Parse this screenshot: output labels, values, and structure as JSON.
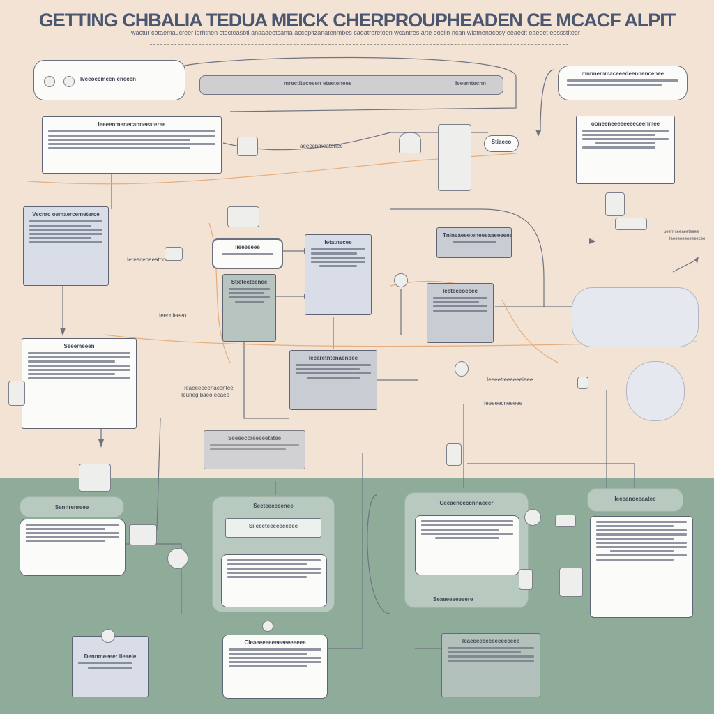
{
  "header": {
    "title": "GETTING CHBALIA TEDUA MEICK CHERPROUPHEADEN CE MCACF ALPIT",
    "subtitle": "wactur cotaemaucreer ierhtnen ctecteasbtl anaaaeetcanta accepitzanatenmbes caoatreretoen wcantres arte eoclin ncan wiatnenacosy eeaeclt eaeeet eossstiteer"
  },
  "nodes": {
    "top_pill_left": "Iveeoecmeen enecen",
    "top_bar": "mrectiteceeen eteetenees",
    "top_bar_right": "Ieeemtecnn",
    "top_right_box": "mnnnemmaceeedeennencenee",
    "left_box_a": "Ieeeenmenecanneeateree",
    "mid_icon_a": "aeeecnmeatenee",
    "mid_pill": "Stiaeeo",
    "right_box_a": "ooneeneeeeeeeeceenmee",
    "left_box_b": "Vecnrc oemaercemeterce",
    "left_label_b": "Iereecenaeatnce",
    "center_pill": "Iieeeeeee",
    "center_teal": "Stieteeteenee",
    "center_blue": "Ietatnecee",
    "right_grey_a": "Tnlneaeeeteneeeaaeeeeee",
    "label_mid_left": "Ieecnieeeo",
    "right_grey_b": "Ieeteeeoeeee",
    "left_box_c": "Seeemeeen",
    "center_grey": "Iecaretntenaenpee",
    "label_c1": "Ieaeeeeeenacentee",
    "label_c2": "Ieuneg baeo eeaeo",
    "label_right_c": "ueerr ceeaeeteeee",
    "label_right_d": "Ieeeeeeeeeeeecee",
    "label_right_e": "Ieeeetteeaeeeieee",
    "bottom_top_box": "Seeeeccreeeeetatee",
    "panel_1_head": "Sennrenreee",
    "panel_2_head": "Seeteeeeeenee",
    "panel_2_inner": "Siieeeteeeeeeeeee",
    "panel_3_head": "Ceeaeneeccnnaeeer",
    "panel_3_foot": "Seaeeeeeeeere",
    "panel_4_head": "Ieeeanoeeaatee",
    "box_b1": "Dennmeeeer ileaeie",
    "box_b2": "Cleaeeeeeeeeeeeeeeee",
    "box_b3": "Ieaeeeeeeeeeeeeeeee",
    "label_b_left": "Ieeeeecneeeee"
  },
  "colors": {
    "top_bg": "#f2e3d4",
    "bottom_bg": "#8fac9b",
    "line": "#5e6472",
    "accent_orange": "#e3a874"
  }
}
